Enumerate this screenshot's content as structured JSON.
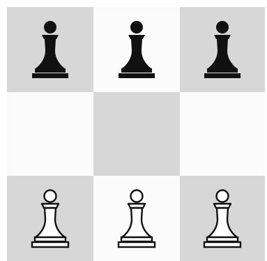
{
  "board": {
    "rows": 3,
    "cols": 3,
    "squares": [
      [
        "dark",
        "light",
        "dark"
      ],
      [
        "light",
        "dark",
        "light"
      ],
      [
        "dark",
        "light",
        "dark"
      ]
    ],
    "pieces": [
      [
        "black-pawn",
        "black-pawn",
        "black-pawn"
      ],
      [
        "",
        "",
        ""
      ],
      [
        "white-pawn",
        "white-pawn",
        "white-pawn"
      ]
    ]
  },
  "colors": {
    "dark_square": "#d7d7d7",
    "light_square": "#fbfbfb",
    "black_piece": "#111111",
    "white_piece": "#ffffff",
    "outline": "#111111"
  }
}
